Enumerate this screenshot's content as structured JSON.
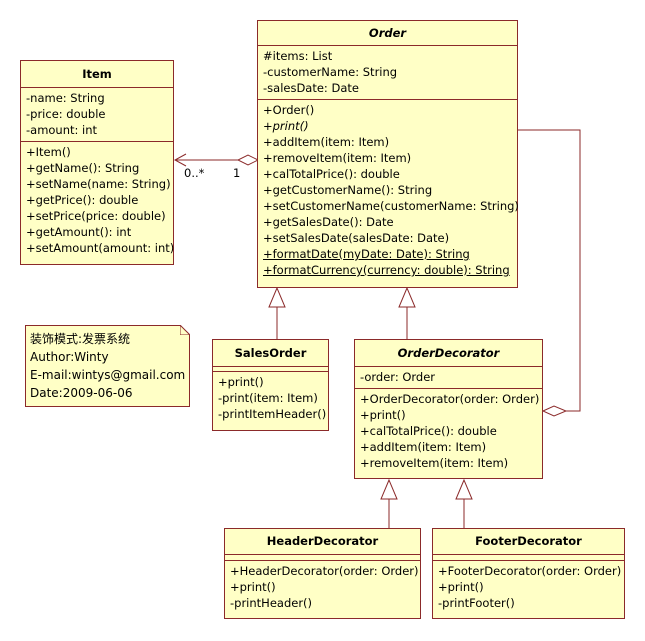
{
  "classes": {
    "order": {
      "name": "Order",
      "attributes": [
        "#items: List",
        "-customerName: String",
        "-salesDate: Date"
      ],
      "operations": [
        {
          "text": "+Order()"
        },
        {
          "text": "+print()",
          "style": "abstract"
        },
        {
          "text": "+addItem(item: Item)"
        },
        {
          "text": "+removeItem(item: Item)"
        },
        {
          "text": "+calTotalPrice(): double"
        },
        {
          "text": "+getCustomerName(): String"
        },
        {
          "text": "+setCustomerName(customerName: String)"
        },
        {
          "text": "+getSalesDate(): Date"
        },
        {
          "text": "+setSalesDate(salesDate: Date)"
        },
        {
          "text": "+formatDate(myDate: Date): String",
          "style": "static"
        },
        {
          "text": "+formatCurrency(currency: double): String",
          "style": "static"
        }
      ]
    },
    "item": {
      "name": "Item",
      "attributes": [
        "-name: String",
        "-price: double",
        "-amount: int"
      ],
      "operations": [
        {
          "text": "+Item()"
        },
        {
          "text": "+getName(): String"
        },
        {
          "text": "+setName(name: String)"
        },
        {
          "text": "+getPrice(): double"
        },
        {
          "text": "+setPrice(price: double)"
        },
        {
          "text": "+getAmount(): int"
        },
        {
          "text": "+setAmount(amount: int)"
        }
      ]
    },
    "sales_order": {
      "name": "SalesOrder",
      "operations": [
        {
          "text": "+print()"
        },
        {
          "text": "-print(item: Item)"
        },
        {
          "text": "-printItemHeader()"
        }
      ]
    },
    "order_decorator": {
      "name": "OrderDecorator",
      "attributes": [
        "-order: Order"
      ],
      "operations": [
        {
          "text": "+OrderDecorator(order: Order)"
        },
        {
          "text": "+print()"
        },
        {
          "text": "+calTotalPrice(): double"
        },
        {
          "text": "+addItem(item: Item)"
        },
        {
          "text": "+removeItem(item: Item)"
        }
      ]
    },
    "header_decorator": {
      "name": "HeaderDecorator",
      "operations": [
        {
          "text": "+HeaderDecorator(order: Order)"
        },
        {
          "text": "+print()"
        },
        {
          "text": "-printHeader()"
        }
      ]
    },
    "footer_decorator": {
      "name": "FooterDecorator",
      "operations": [
        {
          "text": "+FooterDecorator(order: Order)"
        },
        {
          "text": "+print()"
        },
        {
          "text": "-printFooter()"
        }
      ]
    }
  },
  "association": {
    "item_multiplicity": "0..*",
    "order_multiplicity": "1"
  },
  "note": {
    "line1": "装饰模式:发票系统",
    "line2": "Author:Winty",
    "line3": "E-mail:wintys@gmail.com",
    "line4": "Date:2009-06-06"
  },
  "colors": {
    "class_fill": "#ffffc6",
    "border": "#8b2a2a"
  }
}
